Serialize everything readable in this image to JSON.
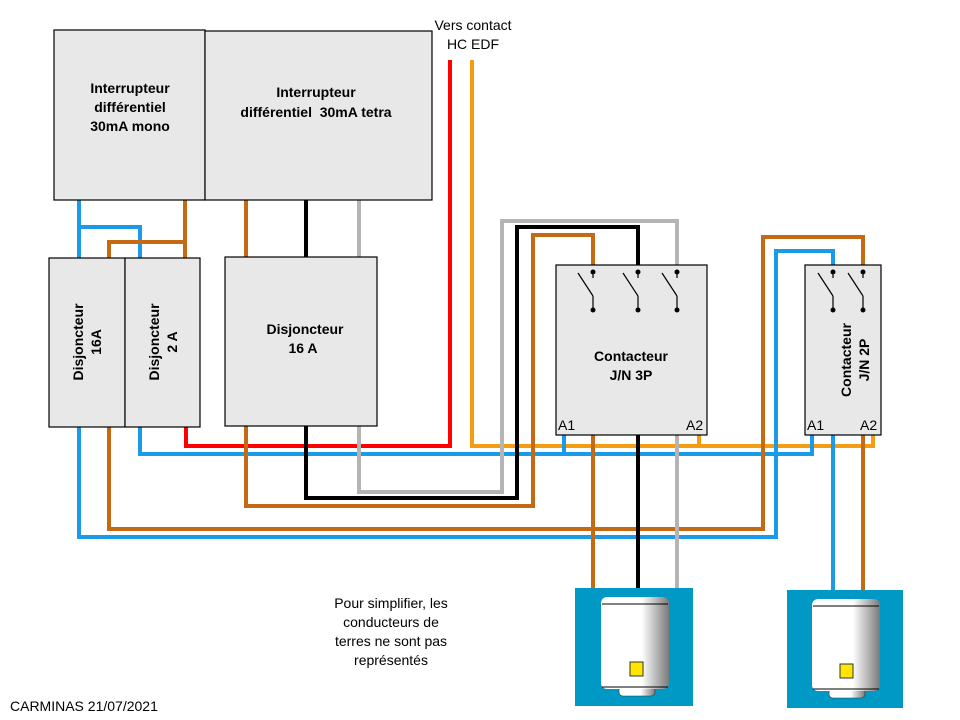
{
  "top_label": {
    "line1": "Vers contact",
    "line2": "HC EDF"
  },
  "components": {
    "diff_mono": {
      "line1": "Interrupteur",
      "line2": "différentiel",
      "line3": "30mA mono"
    },
    "diff_tetra": {
      "line1": "Interrupteur",
      "line2": "différentiel  30mA tetra"
    },
    "breaker_16a_small": {
      "line1": "Disjoncteur",
      "line2": "16A"
    },
    "breaker_2a": {
      "line1": "Disjoncteur",
      "line2": "2 A"
    },
    "breaker_16a": {
      "line1": "Disjoncteur",
      "line2": "16 A"
    },
    "contactor_3p": {
      "line1": "Contacteur",
      "line2": "J/N 3P",
      "a1": "A1",
      "a2": "A2"
    },
    "contactor_2p": {
      "line1": "Contacteur",
      "line2": "J/N 2P",
      "a1": "A1",
      "a2": "A2"
    }
  },
  "note": {
    "line1": "Pour simplifier, les",
    "line2": "conducteurs de",
    "line3": "terres ne sont pas",
    "line4": "représentés"
  },
  "footer": "CARMINAS 21/07/2021",
  "wire_colors": {
    "phase": "#ff0000",
    "neutral": "#1a9ae8",
    "brown": "#c46a14",
    "black": "#000000",
    "gray": "#b4b4b4",
    "control": "#f59d12"
  },
  "heater_background": "#0099c6"
}
